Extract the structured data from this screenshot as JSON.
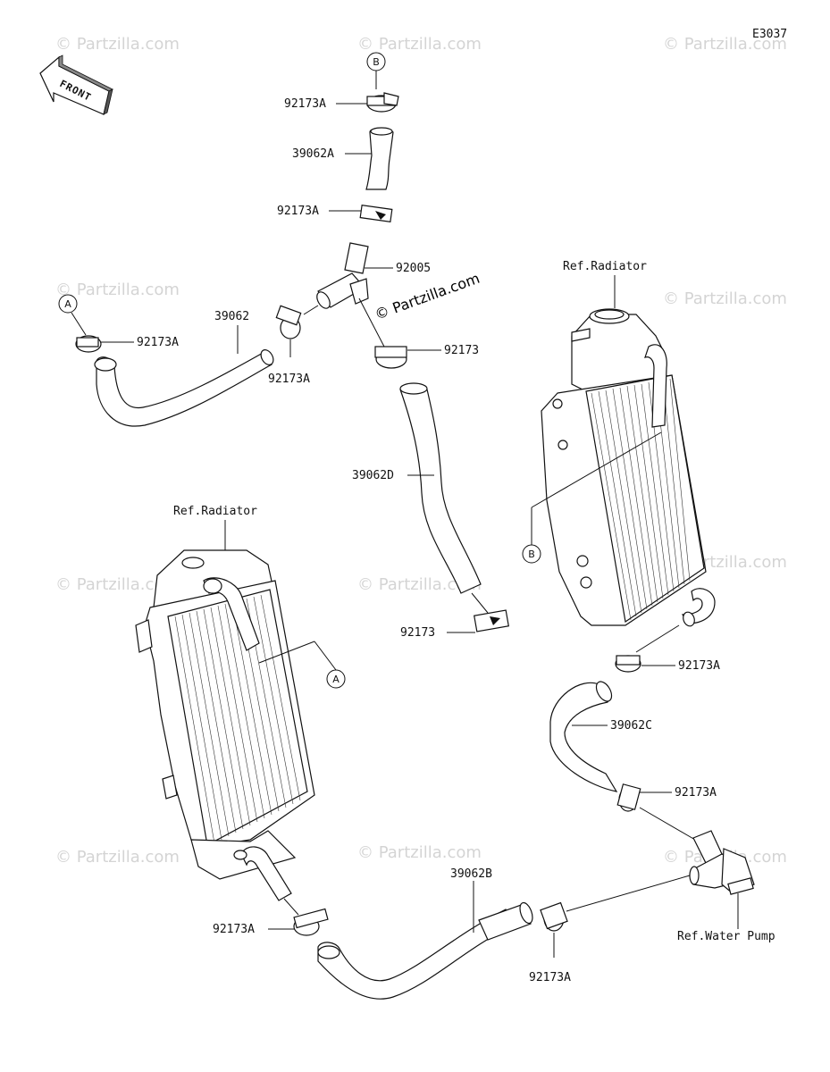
{
  "diagram_code": "E3037",
  "front_label": "FRONT",
  "site_mark": "© Partzilla.com",
  "watermark": "© Partzilla.com",
  "refs": {
    "radiator_right": "Ref.Radiator",
    "radiator_left": "Ref.Radiator",
    "water_pump": "Ref.Water Pump"
  },
  "markers": {
    "a": "A",
    "b": "B"
  },
  "parts": {
    "clamp_top": "92173A",
    "hose_top": "39062A",
    "clamp_upper_mid": "92173A",
    "joint": "92005",
    "hose_left_upper": "39062",
    "clamp_left_upper": "92173A",
    "clamp_joint_left": "92173A",
    "clamp_joint_right": "92173",
    "hose_center": "39062D",
    "clamp_center_low": "92173",
    "clamp_right_radiator": "92173A",
    "hose_right": "39062C",
    "clamp_right_lower": "92173A",
    "clamp_left_radiator": "92173A",
    "hose_bottom": "39062B",
    "clamp_pump": "92173A"
  }
}
